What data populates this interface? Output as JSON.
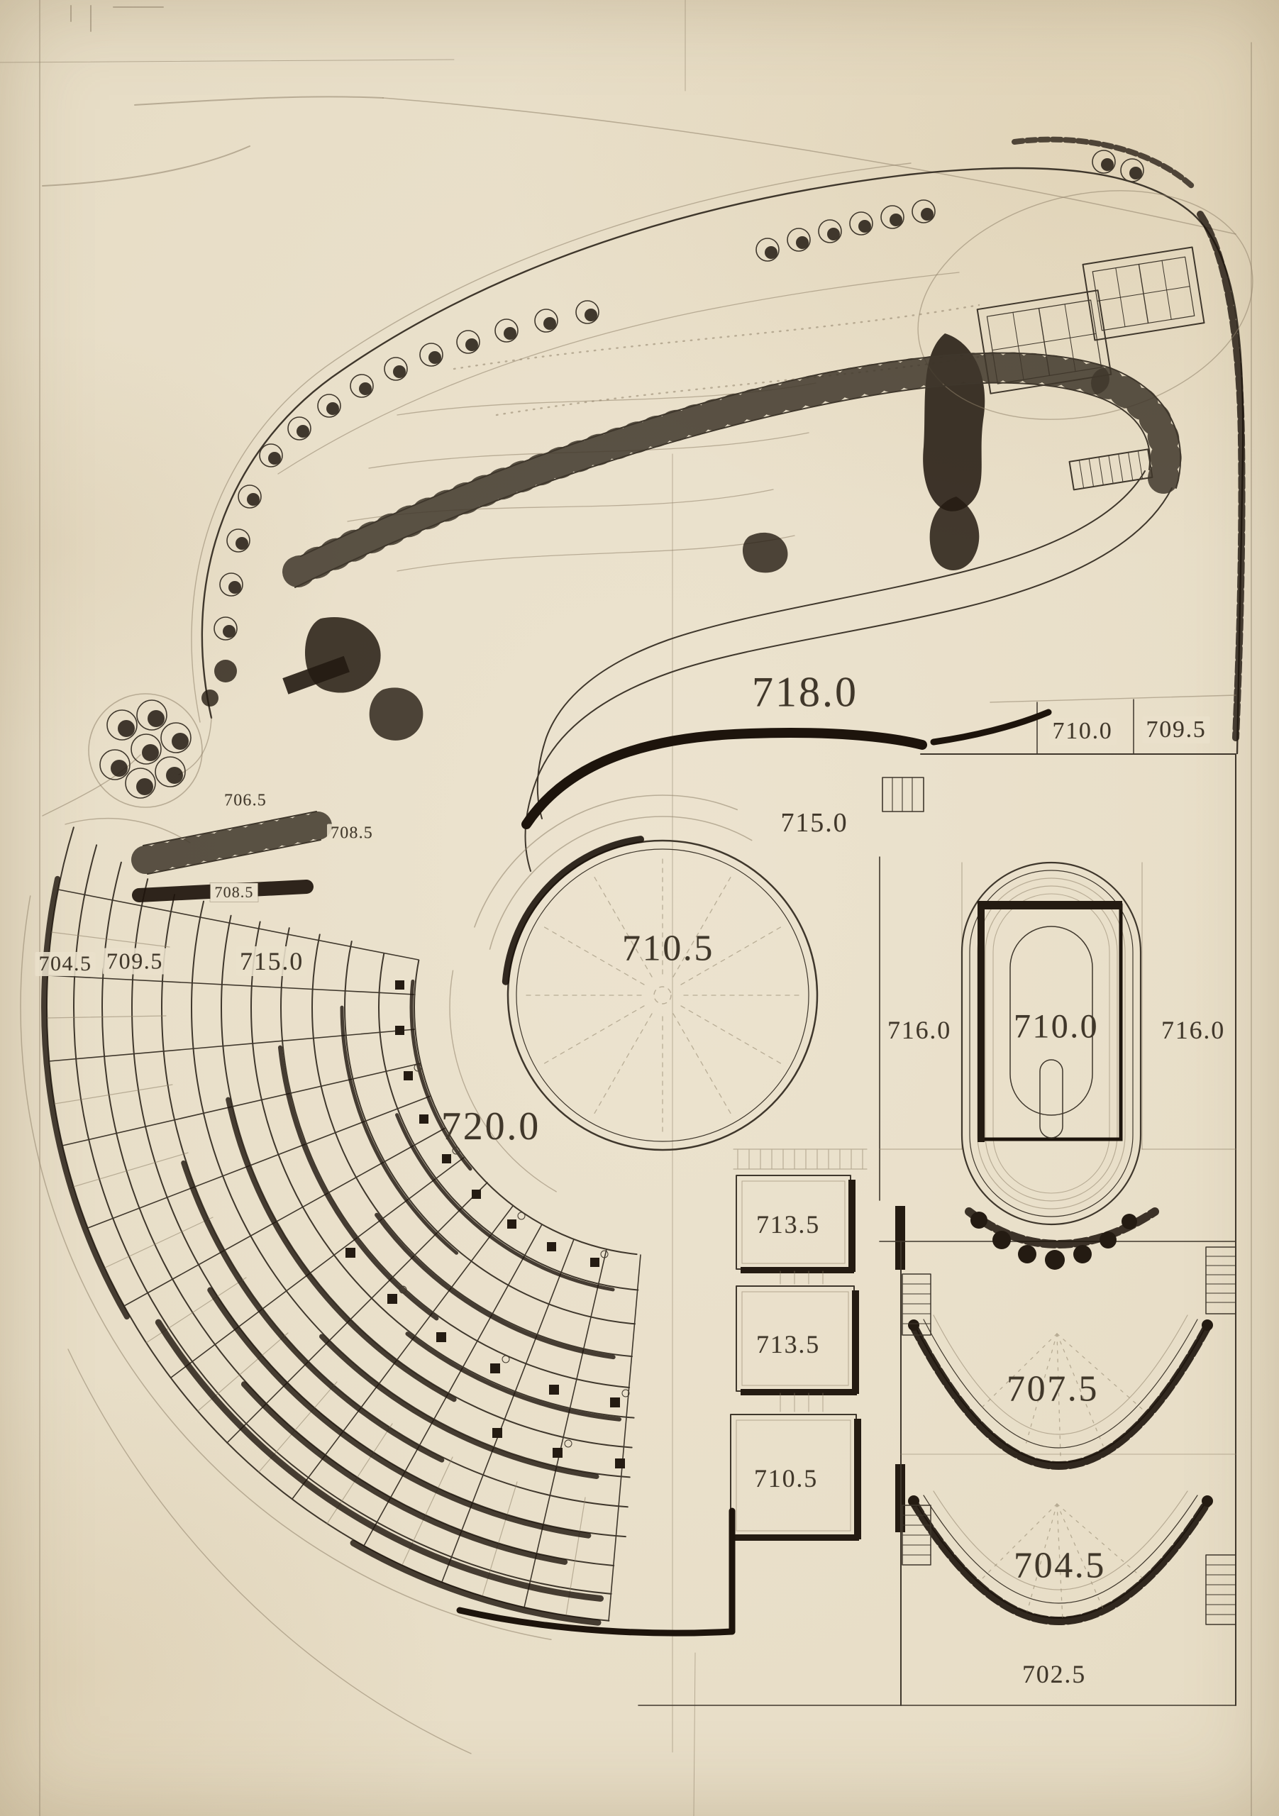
{
  "palette": {
    "paper": "#e8dfca",
    "ink": "#3f372c",
    "pencil": "#8f8269",
    "shadow": "#241b12",
    "black": "#1d140c"
  },
  "labels": [
    {
      "name": "upper-lawn-elevation",
      "text": "718.0"
    },
    {
      "name": "north-plot-a-elevation",
      "text": "710.0"
    },
    {
      "name": "north-plot-b-elevation",
      "text": "709.5"
    },
    {
      "name": "walk-plaza-elevation",
      "text": "715.0"
    },
    {
      "name": "west-small-a-elevation",
      "text": "706.5"
    },
    {
      "name": "west-small-b-elevation",
      "text": "708.5"
    },
    {
      "name": "west-small-c-elevation",
      "text": "708.5"
    },
    {
      "name": "west-row-a-elevation",
      "text": "704.5"
    },
    {
      "name": "west-row-b-elevation",
      "text": "709.5"
    },
    {
      "name": "west-row-c-elevation",
      "text": "715.0"
    },
    {
      "name": "central-plaza-elevation",
      "text": "710.5"
    },
    {
      "name": "east-terrace-left-elevation",
      "text": "716.0"
    },
    {
      "name": "pool-elevation",
      "text": "710.0"
    },
    {
      "name": "east-terrace-right-elevation",
      "text": "716.0"
    },
    {
      "name": "amphitheater-walk-elevation",
      "text": "720.0"
    },
    {
      "name": "room-a-elevation",
      "text": "713.5"
    },
    {
      "name": "room-b-elevation",
      "text": "713.5"
    },
    {
      "name": "room-c-elevation",
      "text": "710.5"
    },
    {
      "name": "south-terrace-a-elevation",
      "text": "707.5"
    },
    {
      "name": "south-terrace-b-elevation",
      "text": "704.5"
    },
    {
      "name": "south-base-elevation",
      "text": "702.5"
    }
  ]
}
